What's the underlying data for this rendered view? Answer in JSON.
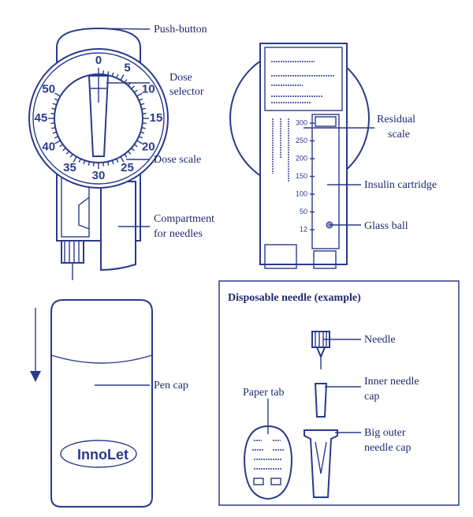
{
  "labels": {
    "push_button": "Push-button",
    "dose_selector_1": "Dose",
    "dose_selector_2": "selector",
    "dose_scale": "Dose scale",
    "compartment_1": "Compartment",
    "compartment_2": "for needles",
    "pen_cap": "Pen cap",
    "residual_1": "Residual",
    "residual_2": "scale",
    "insulin_cartridge": "Insulin cartridge",
    "glass_ball": "Glass ball"
  },
  "needle_box": {
    "title": "Disposable needle (example)",
    "needle": "Needle",
    "inner_1": "Inner needle",
    "inner_2": "cap",
    "outer_1": "Big outer",
    "outer_2": "needle cap",
    "paper_tab": "Paper tab"
  },
  "dial_numbers": [
    "0",
    "5",
    "10",
    "15",
    "20",
    "25",
    "30",
    "35",
    "40",
    "45",
    "50"
  ],
  "residual_scale": [
    "300",
    "250",
    "200",
    "150",
    "100",
    "50",
    "12"
  ],
  "logo": "InnoLet",
  "colors": {
    "ink": "#2a3a8c"
  }
}
